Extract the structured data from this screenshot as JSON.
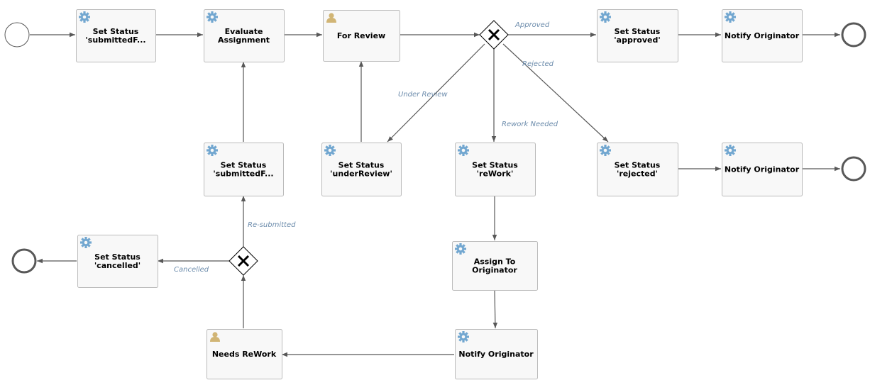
{
  "colors": {
    "task_fill": "#f8f8f8",
    "task_border": "#bbbbbb",
    "flow_line": "#585858",
    "flow_label": "#6b8bab",
    "service_icon": "#72a7d0",
    "user_icon": "#d1b575"
  },
  "tasks": [
    {
      "id": "set-status-submitted-1",
      "type": "service",
      "icon": "gear-icon",
      "lines": [
        "Set Status",
        "'submittedF..."
      ]
    },
    {
      "id": "evaluate-assignment",
      "type": "user",
      "icon": "gear-icon",
      "lines": [
        "Evaluate",
        "Assignment"
      ]
    },
    {
      "id": "for-review",
      "type": "user",
      "icon": "user-icon",
      "lines": [
        "For Review"
      ]
    },
    {
      "id": "set-status-approved",
      "type": "service",
      "icon": "gear-icon",
      "lines": [
        "Set Status",
        "'approved'"
      ]
    },
    {
      "id": "notify-originator-approved",
      "type": "service",
      "icon": "gear-icon",
      "lines": [
        "Notify Originator"
      ]
    },
    {
      "id": "set-status-submitted-2",
      "type": "service",
      "icon": "gear-icon",
      "lines": [
        "Set Status",
        "'submittedF..."
      ]
    },
    {
      "id": "set-status-under-review",
      "type": "service",
      "icon": "gear-icon",
      "lines": [
        "Set Status",
        "'underReview'"
      ]
    },
    {
      "id": "set-status-rework",
      "type": "service",
      "icon": "gear-icon",
      "lines": [
        "Set Status",
        "'reWork'"
      ]
    },
    {
      "id": "set-status-rejected",
      "type": "service",
      "icon": "gear-icon",
      "lines": [
        "Set Status",
        "'rejected'"
      ]
    },
    {
      "id": "notify-originator-rejected",
      "type": "service",
      "icon": "gear-icon",
      "lines": [
        "Notify Originator"
      ]
    },
    {
      "id": "set-status-cancelled",
      "type": "service",
      "icon": "gear-icon",
      "lines": [
        "Set Status",
        "'cancelled'"
      ]
    },
    {
      "id": "assign-to-originator",
      "type": "service",
      "icon": "gear-icon",
      "lines": [
        "Assign To",
        "Originator"
      ]
    },
    {
      "id": "needs-rework",
      "type": "user",
      "icon": "user-icon",
      "lines": [
        "Needs ReWork"
      ]
    },
    {
      "id": "notify-originator-rework",
      "type": "service",
      "icon": "gear-icon",
      "lines": [
        "Notify Originator"
      ]
    }
  ],
  "flow_labels": {
    "approved": "Approved",
    "rejected": "Rejected",
    "under_review": "Under Review",
    "rework_needed": "Rework Needed",
    "resubmitted": "Re-submitted",
    "cancelled": "Cancelled"
  }
}
